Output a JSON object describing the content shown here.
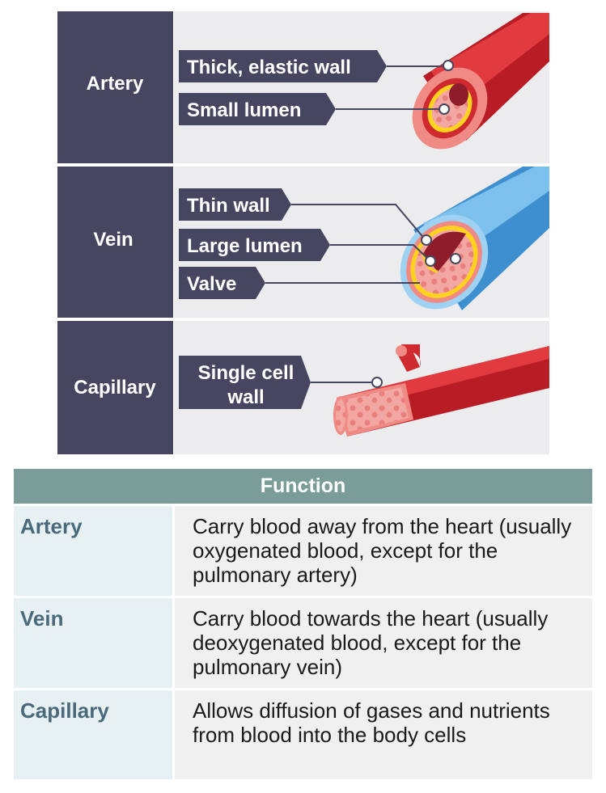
{
  "diagram": {
    "sections": [
      {
        "name": "Artery",
        "labels": [
          "Thick, elastic wall",
          "Small lumen"
        ]
      },
      {
        "name": "Vein",
        "labels": [
          "Thin wall",
          "Large lumen",
          "Valve"
        ]
      },
      {
        "name": "Capillary",
        "labels": [
          "Single cell",
          "wall"
        ]
      }
    ],
    "colors": {
      "label_bg": "#474660",
      "panel_bg": "#ececee",
      "artery_red": "#cf2a30",
      "vein_blue": "#3d8fd0",
      "wall_pink": "#f08a84",
      "lumen_yellow": "#ffd21f",
      "lumen_dark": "#8e1c2a"
    }
  },
  "table": {
    "header": "Function",
    "rows": [
      {
        "vessel": "Artery",
        "function": "Carry blood away from the heart (usually oxygenated blood, except for the pulmonary artery)"
      },
      {
        "vessel": "Vein",
        "function": "Carry blood towards the heart (usually deoxygenated blood, except for the pulmonary vein)"
      },
      {
        "vessel": "Capillary",
        "function": "Allows diffusion of gases and nutrients from blood into the body cells"
      }
    ],
    "colors": {
      "header_bg": "#7a9d99",
      "name_bg": "#e7f1f4",
      "name_text": "#4a6a7c",
      "desc_bg": "#f0f0f0"
    }
  }
}
